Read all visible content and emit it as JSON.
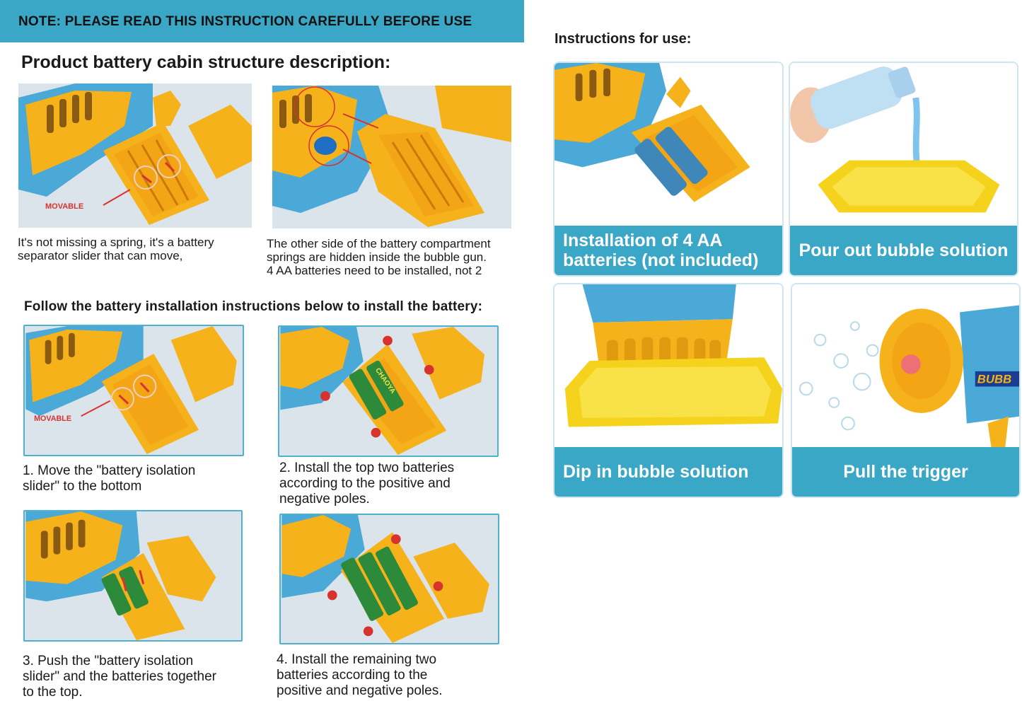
{
  "banner": {
    "text": "NOTE: PLEASE READ THIS INSTRUCTION CAREFULLY BEFORE USE"
  },
  "structure": {
    "title": "Product battery cabin structure description:",
    "photo1_label": "MOVABLE",
    "caption1": "It's not missing a spring, it's a battery\nseparator slider that can move,",
    "caption2": "The other side of the battery compartment\nsprings are hidden inside the bubble gun.\n4 AA batteries need to be installed, not 2"
  },
  "install": {
    "title": "Follow the battery installation instructions below to install the battery:",
    "step1_label": "MOVABLE",
    "steps": [
      "1. Move the \"battery isolation\nslider\" to the bottom",
      "2. Install the top two batteries\naccording to the positive and\nnegative poles.",
      "3. Push the \"battery isolation\nslider\" and the batteries together\nto the top.",
      "4. Install the remaining two\nbatteries according to the\npositive and negative poles."
    ],
    "battery_brand": "CHAOYA"
  },
  "usage": {
    "title": "Instructions for use:",
    "cards": [
      {
        "label": "Installation of 4 AA\nbatteries (not included)",
        "icon": "battery-install-photo"
      },
      {
        "label": "Pour out bubble solution",
        "icon": "pour-solution-photo"
      },
      {
        "label": "Dip in bubble solution",
        "icon": "dip-solution-photo"
      },
      {
        "label": "Pull the trigger",
        "icon": "trigger-bubbles-photo"
      }
    ],
    "gun_text": "BUBB"
  },
  "colors": {
    "accent": "#3aa7c6",
    "gun_blue": "#4aa9d6",
    "gun_yellow": "#f5b21b",
    "arrow_red": "#d8322e"
  }
}
